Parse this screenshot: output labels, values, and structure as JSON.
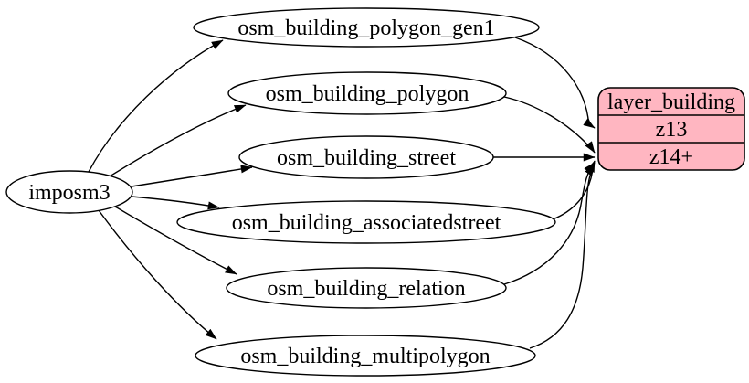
{
  "background": "#ffffff",
  "node_fill": "#ffffff",
  "edge_color": "#000000",
  "source": {
    "label": "imposm3"
  },
  "tables": [
    {
      "label": "osm_building_polygon_gen1"
    },
    {
      "label": "osm_building_polygon"
    },
    {
      "label": "osm_building_street"
    },
    {
      "label": "osm_building_associatedstreet"
    },
    {
      "label": "osm_building_relation"
    },
    {
      "label": "osm_building_multipolygon"
    }
  ],
  "layer": {
    "title": "layer_building",
    "zoom_rows": [
      {
        "label": "z13"
      },
      {
        "label": "z14+"
      }
    ],
    "fill_color": "#ffb6c1",
    "border_color": "#000000"
  },
  "edges": [
    {
      "from": "imposm3",
      "to": "osm_building_polygon_gen1"
    },
    {
      "from": "imposm3",
      "to": "osm_building_polygon"
    },
    {
      "from": "imposm3",
      "to": "osm_building_street"
    },
    {
      "from": "imposm3",
      "to": "osm_building_associatedstreet"
    },
    {
      "from": "imposm3",
      "to": "osm_building_relation"
    },
    {
      "from": "imposm3",
      "to": "osm_building_multipolygon"
    },
    {
      "from": "osm_building_polygon_gen1",
      "to": "layer_building:z13"
    },
    {
      "from": "osm_building_polygon",
      "to": "layer_building:z14+"
    },
    {
      "from": "osm_building_street",
      "to": "layer_building:z14+"
    },
    {
      "from": "osm_building_associatedstreet",
      "to": "layer_building:z14+"
    },
    {
      "from": "osm_building_relation",
      "to": "layer_building:z14+"
    },
    {
      "from": "osm_building_multipolygon",
      "to": "layer_building:z14+"
    }
  ]
}
